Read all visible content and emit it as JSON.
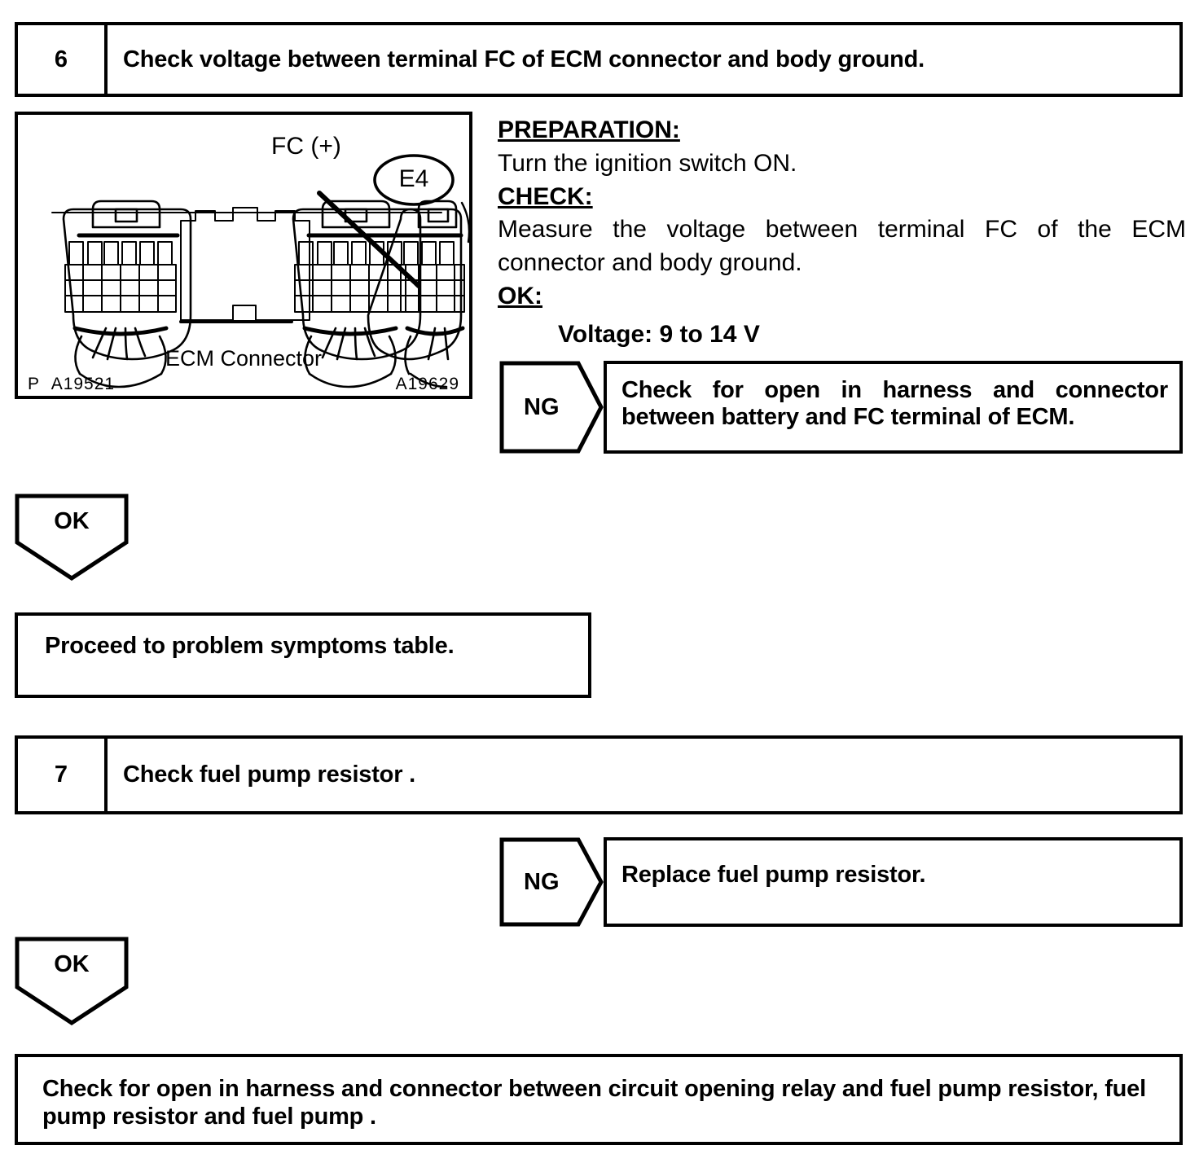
{
  "steps": [
    {
      "number": "6",
      "title": "Check voltage between terminal FC of ECM connector and body ground."
    },
    {
      "number": "7",
      "title": "Check fuel pump resistor ."
    }
  ],
  "illustration": {
    "callout_terminal": "FC (+)",
    "connector_id": "E4",
    "caption": "ECM Connector",
    "code_left_prefix": "P",
    "code_left": "A19521",
    "code_right": "A19629"
  },
  "procedure": {
    "preparation_heading": "PREPARATION:",
    "preparation_body": "Turn the ignition switch ON.",
    "check_heading": "CHECK:",
    "check_body": "Measure the voltage between terminal FC of the ECM connector and body ground.",
    "ok_heading": "OK:",
    "ok_spec": "Voltage: 9 to 14 V"
  },
  "branches": {
    "ng_label": "NG",
    "ok_label": "OK",
    "ng_step6_action": "Check for open in harness and connector between battery and FC terminal of ECM.",
    "ng_step7_action": "Replace fuel pump resistor.",
    "ok_step6_action": "Proceed to problem symptoms table.",
    "ok_step7_action": "Check for open in harness and connector between circuit opening relay and fuel pump resistor, fuel pump resistor and fuel pump ."
  }
}
